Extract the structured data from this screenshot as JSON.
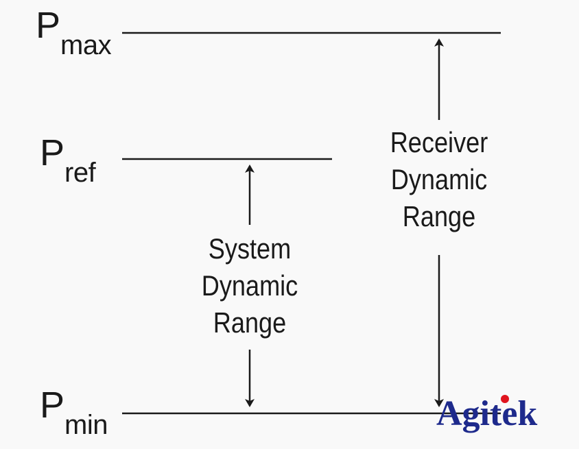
{
  "levels": {
    "max": {
      "main": "P",
      "sub": "max"
    },
    "ref": {
      "main": "P",
      "sub": "ref"
    },
    "min": {
      "main": "P",
      "sub": "min"
    }
  },
  "system_range": {
    "line1": "System",
    "line2": "Dynamic",
    "line3": "Range"
  },
  "receiver_range": {
    "line1": "Receiver",
    "line2": "Dynamic",
    "line3": "Range"
  },
  "logo": {
    "text": "Agitek",
    "text_color": "#1e2a8c",
    "dot_color": "#e0141e"
  },
  "colors": {
    "line": "#1a1a1a",
    "background": "#f9f9f9"
  }
}
